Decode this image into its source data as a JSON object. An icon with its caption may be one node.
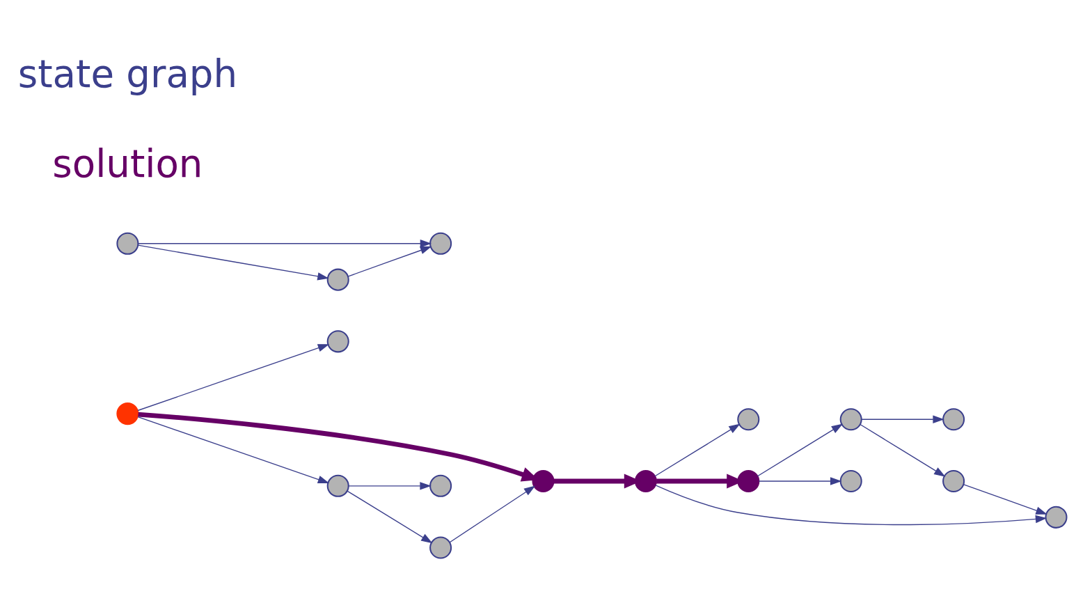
{
  "diagram": {
    "nodes": [
      {
        "text": [],
        "shape": "circle"
      },
      {
        "text": [],
        "shape": "circle"
      },
      {
        "text": [],
        "shape": "circle"
      },
      {
        "text": [],
        "shape": "circle"
      },
      {
        "text": [],
        "shape": "circle"
      },
      {
        "text": [],
        "shape": "circle"
      },
      {
        "text": [],
        "shape": "circle"
      },
      {
        "text": [],
        "shape": "circle"
      },
      {
        "text": [],
        "shape": "circle"
      },
      {
        "text": [],
        "shape": "circle"
      },
      {
        "text": [],
        "shape": "circle"
      },
      {
        "text": [],
        "shape": "circle"
      },
      {
        "text": [],
        "shape": "circle"
      },
      {
        "text": [],
        "shape": "circle"
      },
      {
        "text": [],
        "shape": "circle"
      },
      {
        "text": [],
        "shape": "circle"
      },
      {
        "text": [],
        "shape": "circle"
      }
    ],
    "edges": [
      {
        "from": 0,
        "to": 1,
        "arrow": "to"
      },
      {
        "from": 0,
        "to": 2,
        "arrow": "to",
        "style": "thick",
        "color": "#660066"
      },
      {
        "from": 0,
        "to": 3,
        "arrow": "to"
      },
      {
        "from": 3,
        "to": 6,
        "arrow": "to"
      },
      {
        "from": 3,
        "to": 4,
        "arrow": "to"
      },
      {
        "from": 6,
        "to": 2,
        "arrow": "to"
      },
      {
        "from": 2,
        "to": 5,
        "arrow": "to",
        "style": "thick",
        "color": "#660066"
      },
      {
        "from": 5,
        "to": 7,
        "arrow": "to"
      },
      {
        "from": 5,
        "to": 10,
        "arrow": "to"
      },
      {
        "from": 5,
        "to": 9,
        "arrow": "to",
        "style": "thick",
        "color": "#660066"
      },
      {
        "from": 9,
        "to": 12,
        "arrow": "to"
      },
      {
        "from": 9,
        "to": 13,
        "arrow": "to"
      },
      {
        "from": 12,
        "to": 15,
        "arrow": "to"
      },
      {
        "from": 12,
        "to": 16,
        "arrow": "to"
      },
      {
        "from": 16,
        "to": 10,
        "arrow": "to"
      },
      {
        "from": 8,
        "to": 14,
        "arrow": "to"
      },
      {
        "from": 8,
        "to": 11,
        "arrow": "to"
      },
      {
        "from": 14,
        "to": 11,
        "arrow": "to"
      }
    ],
    "labels": [
      "solution",
      "state graph"
    ]
  }
}
